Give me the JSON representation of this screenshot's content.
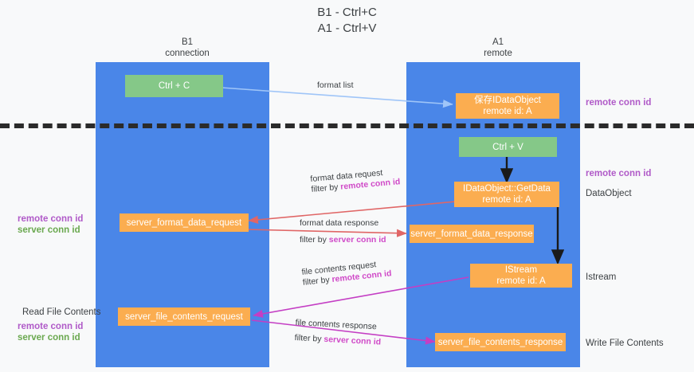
{
  "title": {
    "line1": "B1 - Ctrl+C",
    "line2": "A1 - Ctrl+V"
  },
  "columns": [
    {
      "name": "B1",
      "role": "connection"
    },
    {
      "name": "A1",
      "role": "remote"
    }
  ],
  "nodes": {
    "ctrl_c": {
      "label": "Ctrl + C"
    },
    "save_idataobject": {
      "line1": "保存IDataObject",
      "line2": "remote id: A"
    },
    "ctrl_v": {
      "label": "Ctrl + V"
    },
    "getdata": {
      "line1": "IDataObject::GetData",
      "line2": "remote id: A"
    },
    "server_format_data_request": {
      "label": "server_format_data_request"
    },
    "server_format_data_response": {
      "label": "server_format_data_response"
    },
    "istream": {
      "line1": "IStream",
      "line2": "remote id: A"
    },
    "server_file_contents_request": {
      "label": "server_file_contents_request"
    },
    "server_file_contents_response": {
      "label": "server_file_contents_response"
    }
  },
  "edges": {
    "format_list": {
      "label": "format list"
    },
    "format_data_request": {
      "label": "format data request",
      "filter_prefix": "filter by ",
      "filter_key": "remote conn id"
    },
    "format_data_response": {
      "label": "format data response",
      "filter_prefix": "filter by ",
      "filter_key": "server conn id"
    },
    "file_contents_request": {
      "label": "file contents request",
      "filter_prefix": "filter by ",
      "filter_key": "remote conn id"
    },
    "file_contents_response": {
      "label": "file contents response",
      "filter_prefix": "filter by ",
      "filter_key": "server conn id"
    }
  },
  "annotations": {
    "right_top_conn": "remote conn id",
    "right_mid_conn": "remote conn id",
    "right_dataobject": "DataObject",
    "right_istream": "Istream",
    "right_write_file": "Write File Contents",
    "left_remote_conn": "remote conn id",
    "left_server_conn": "server conn id",
    "left_read_file": "Read File Contents",
    "left_remote_conn2": "remote conn id",
    "left_server_conn2": "server conn id"
  },
  "colors": {
    "lane": "#4a86e8",
    "green_box": "#85c888",
    "orange_box": "#fbad50",
    "purple_text": "#b05ac8",
    "green_text": "#6aa84f",
    "arrow_blue": "#9fc5f8",
    "arrow_red": "#e06666",
    "arrow_magenta": "#c43ec4",
    "arrow_black": "#1a1a1a",
    "background": "#f8f9fa"
  }
}
